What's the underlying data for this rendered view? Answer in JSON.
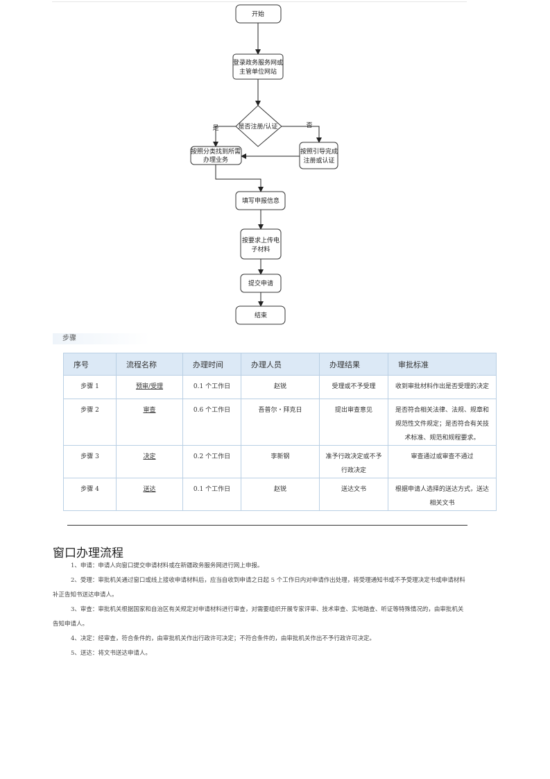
{
  "flowchart": {
    "start": "开始",
    "login": [
      "登录政务服务网或",
      "主管单位网站"
    ],
    "decision": "是否注册/认证",
    "yes": "是",
    "no": "否",
    "find_service": [
      "按照分类找到所需",
      "办理业务"
    ],
    "register_guide": [
      "按照引导完成",
      "注册或认证"
    ],
    "fill_info": "填写申报信息",
    "upload": [
      "按要求上传电",
      "子材料"
    ],
    "submit": "提交申请",
    "end": "结束"
  },
  "steps_section_label": "步骤",
  "table": {
    "headers": [
      "序号",
      "流程名称",
      "办理时间",
      "办理人员",
      "办理结果",
      "审批标准"
    ],
    "rows": [
      {
        "no": "步骤 1",
        "name": "预审/受理",
        "time": "0.1 个工作日",
        "person": "赵锐",
        "result": "受理或不予受理",
        "standard": "收到审批材料作出是否受理的决定"
      },
      {
        "no": "步骤 2",
        "name": "审查",
        "time": "0.6 个工作日",
        "person": "吾普尔・拜克日",
        "result": "提出审查意见",
        "standard": "是否符合相关法律、法规、规章和规范性文件规定；是否符合有关技术标准、规范和规程要求。"
      },
      {
        "no": "步骤 3",
        "name": "决定",
        "time": "0.2 个工作日",
        "person": "李新钢",
        "result": "准予行政决定或不予行政决定",
        "standard": "审查通过或审查不通过"
      },
      {
        "no": "步骤 4",
        "name": "送达",
        "time": "0.1 个工作日",
        "person": "赵锐",
        "result": "送达文书",
        "standard": "根据申请人选择的送达方式，送达相关文书"
      }
    ]
  },
  "window_process": {
    "title": "窗口办理流程",
    "items": [
      "1、申请：申请人向窗口提交申请材料或在新疆政务服务网进行网上申报。",
      "2、受理：审批机关通过窗口或线上接收申请材料后，应当自收到申请之日起 5 个工作日内对申请作出处理，将受理通知书或不予受理决定书或申请材料补正告知书送达申请人。",
      "3、审查：审批机关根据国家和自治区有关规定对申请材料进行审查，对需要组织开展专家评审、技术审查、实地踏查、听证等特殊情况的，由审批机关告知申请人。",
      "4、决定：经审查，符合条件的，由审批机关作出行政许可决定；不符合条件的，由审批机关作出不予行政许可决定。",
      "5、送达：将文书送达申请人。"
    ]
  }
}
